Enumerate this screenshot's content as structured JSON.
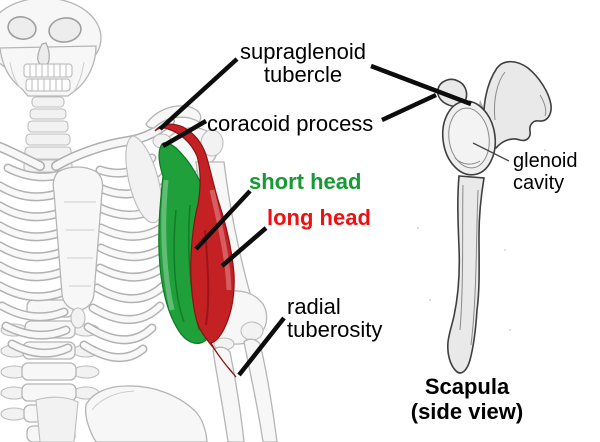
{
  "figure": {
    "labels": {
      "supraglenoid_tubercle": {
        "line1": "supraglenoid",
        "line2": "tubercle"
      },
      "coracoid_process": {
        "text": "coracoid process"
      },
      "short_head": {
        "text": "short head",
        "color": "#169a33"
      },
      "long_head": {
        "text": "long head",
        "color": "#ee1111"
      },
      "radial_tuberosity": {
        "line1": "radial",
        "line2": "tuberosity"
      },
      "glenoid_cavity": {
        "line1": "glenoid",
        "line2": "cavity"
      },
      "scapula_caption": {
        "line1": "Scapula",
        "line2": "(side view)"
      }
    },
    "colors": {
      "background": "#ffffff",
      "label_text": "#000000",
      "short_head_text": "#169a33",
      "long_head_text": "#ee1111",
      "short_head_muscle_fill": "#1fa03a",
      "short_head_muscle_edge": "#0b7a1e",
      "long_head_muscle_fill": "#c42125",
      "long_head_muscle_edge": "#8e1113",
      "annotation_line": "#0d0d0d",
      "pointer_thin_line": "#4a4a4a",
      "skeleton_outline": "#b5b5b5",
      "scapula_sketch_ink": "#3f3f3f"
    }
  }
}
